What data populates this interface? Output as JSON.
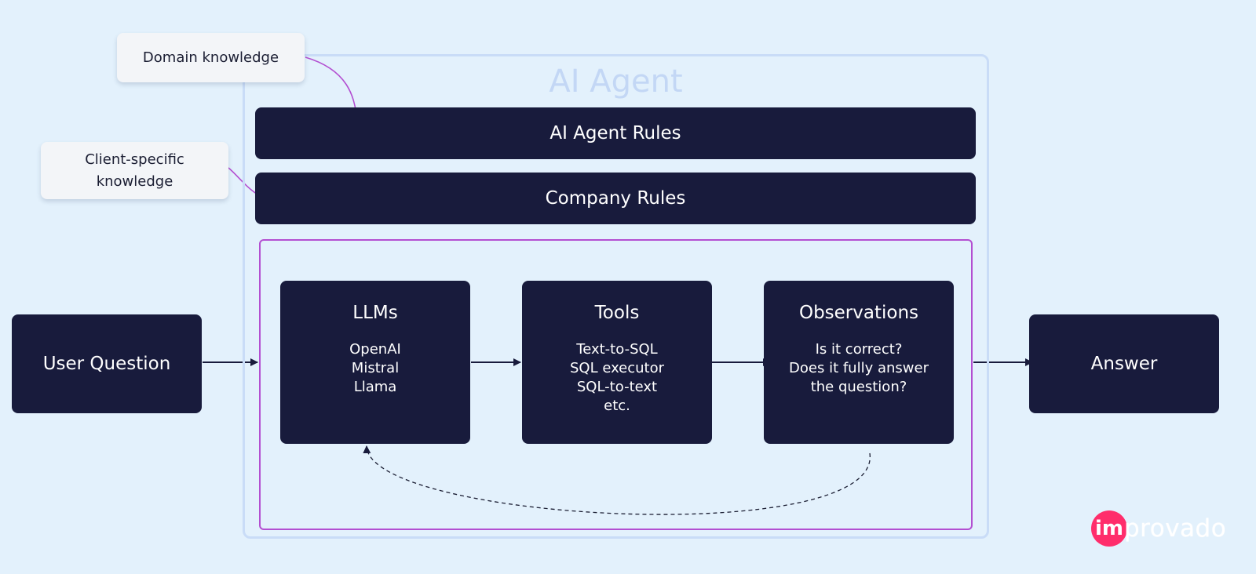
{
  "agent": {
    "title": "AI Agent"
  },
  "rules": {
    "ai_agent_rules": "AI Agent Rules",
    "company_rules": "Company Rules"
  },
  "notes": {
    "domain_knowledge": "Domain knowledge",
    "client_specific": [
      "Client-specific",
      "knowledge"
    ]
  },
  "input": {
    "label": "User Question"
  },
  "output": {
    "label": "Answer"
  },
  "stages": [
    {
      "title": "LLMs",
      "lines": [
        "OpenAI",
        "Mistral",
        "Llama"
      ]
    },
    {
      "title": "Tools",
      "lines": [
        "Text-to-SQL",
        "SQL executor",
        "SQL-to-text",
        "etc."
      ]
    },
    {
      "title": "Observations",
      "lines": [
        "Is it correct?",
        "Does it fully answer",
        "the question?"
      ]
    }
  ],
  "logo": {
    "badge": "im",
    "rest": "provado"
  },
  "colors": {
    "background": "#e3f1fc",
    "box_dark": "#181b3c",
    "frame_border": "#c9dcf7",
    "loop_border": "#b34fd1",
    "note_arrow": "#b34fd1",
    "logo_pink": "#ff2d6b"
  }
}
